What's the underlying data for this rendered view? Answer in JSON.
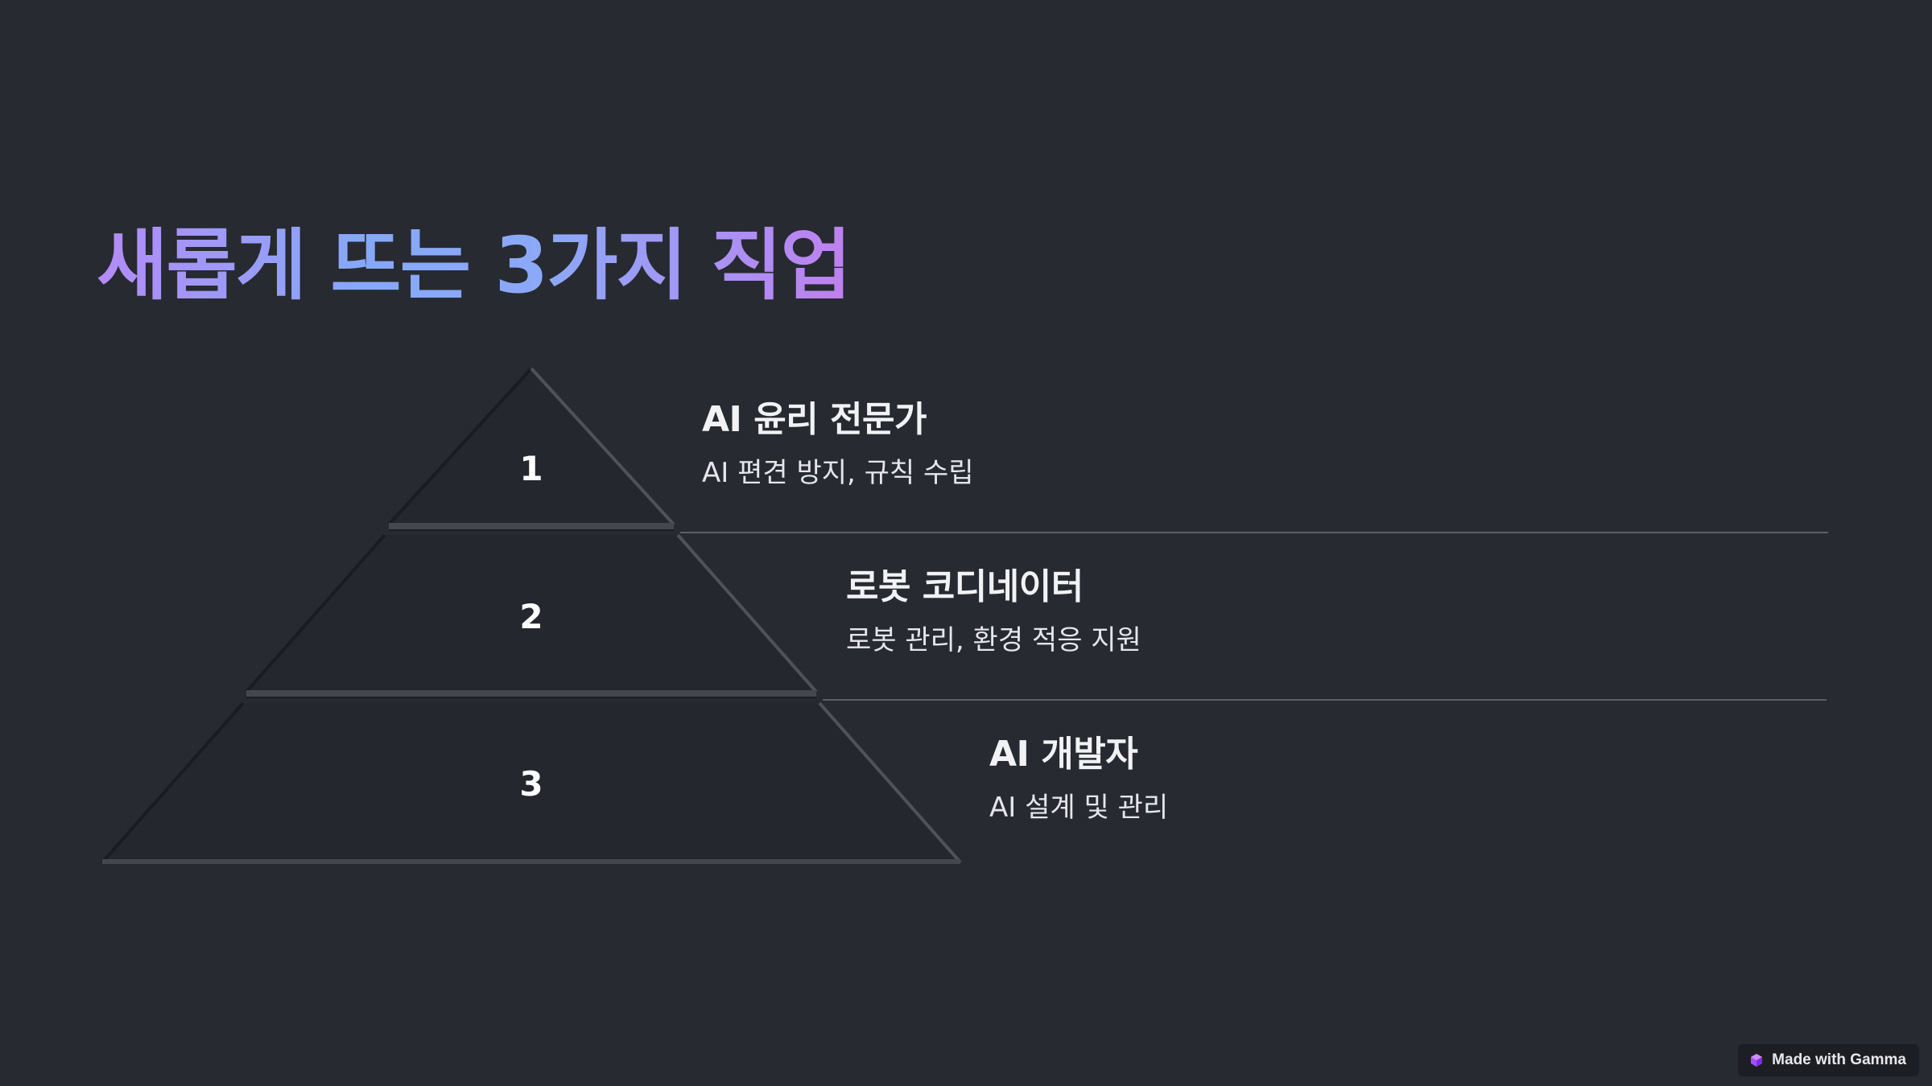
{
  "title": "새롭게 뜨는 3가지 직업",
  "pyramid": {
    "tiers": [
      {
        "number": "1",
        "title": "AI 윤리 전문가",
        "description": "AI 편견 방지, 규칙 수립"
      },
      {
        "number": "2",
        "title": "로봇 코디네이터",
        "description": "로봇 관리, 환경 적응 지원"
      },
      {
        "number": "3",
        "title": "AI 개발자",
        "description": "AI 설계 및 관리"
      }
    ]
  },
  "badge": {
    "label": "Made with Gamma",
    "icon": "gamma-logo-icon"
  },
  "colors": {
    "background": "#272a31",
    "title_gradient": [
      "#b48bf7",
      "#86a8f8",
      "#c080f0"
    ],
    "divider": "#5c5f66"
  }
}
